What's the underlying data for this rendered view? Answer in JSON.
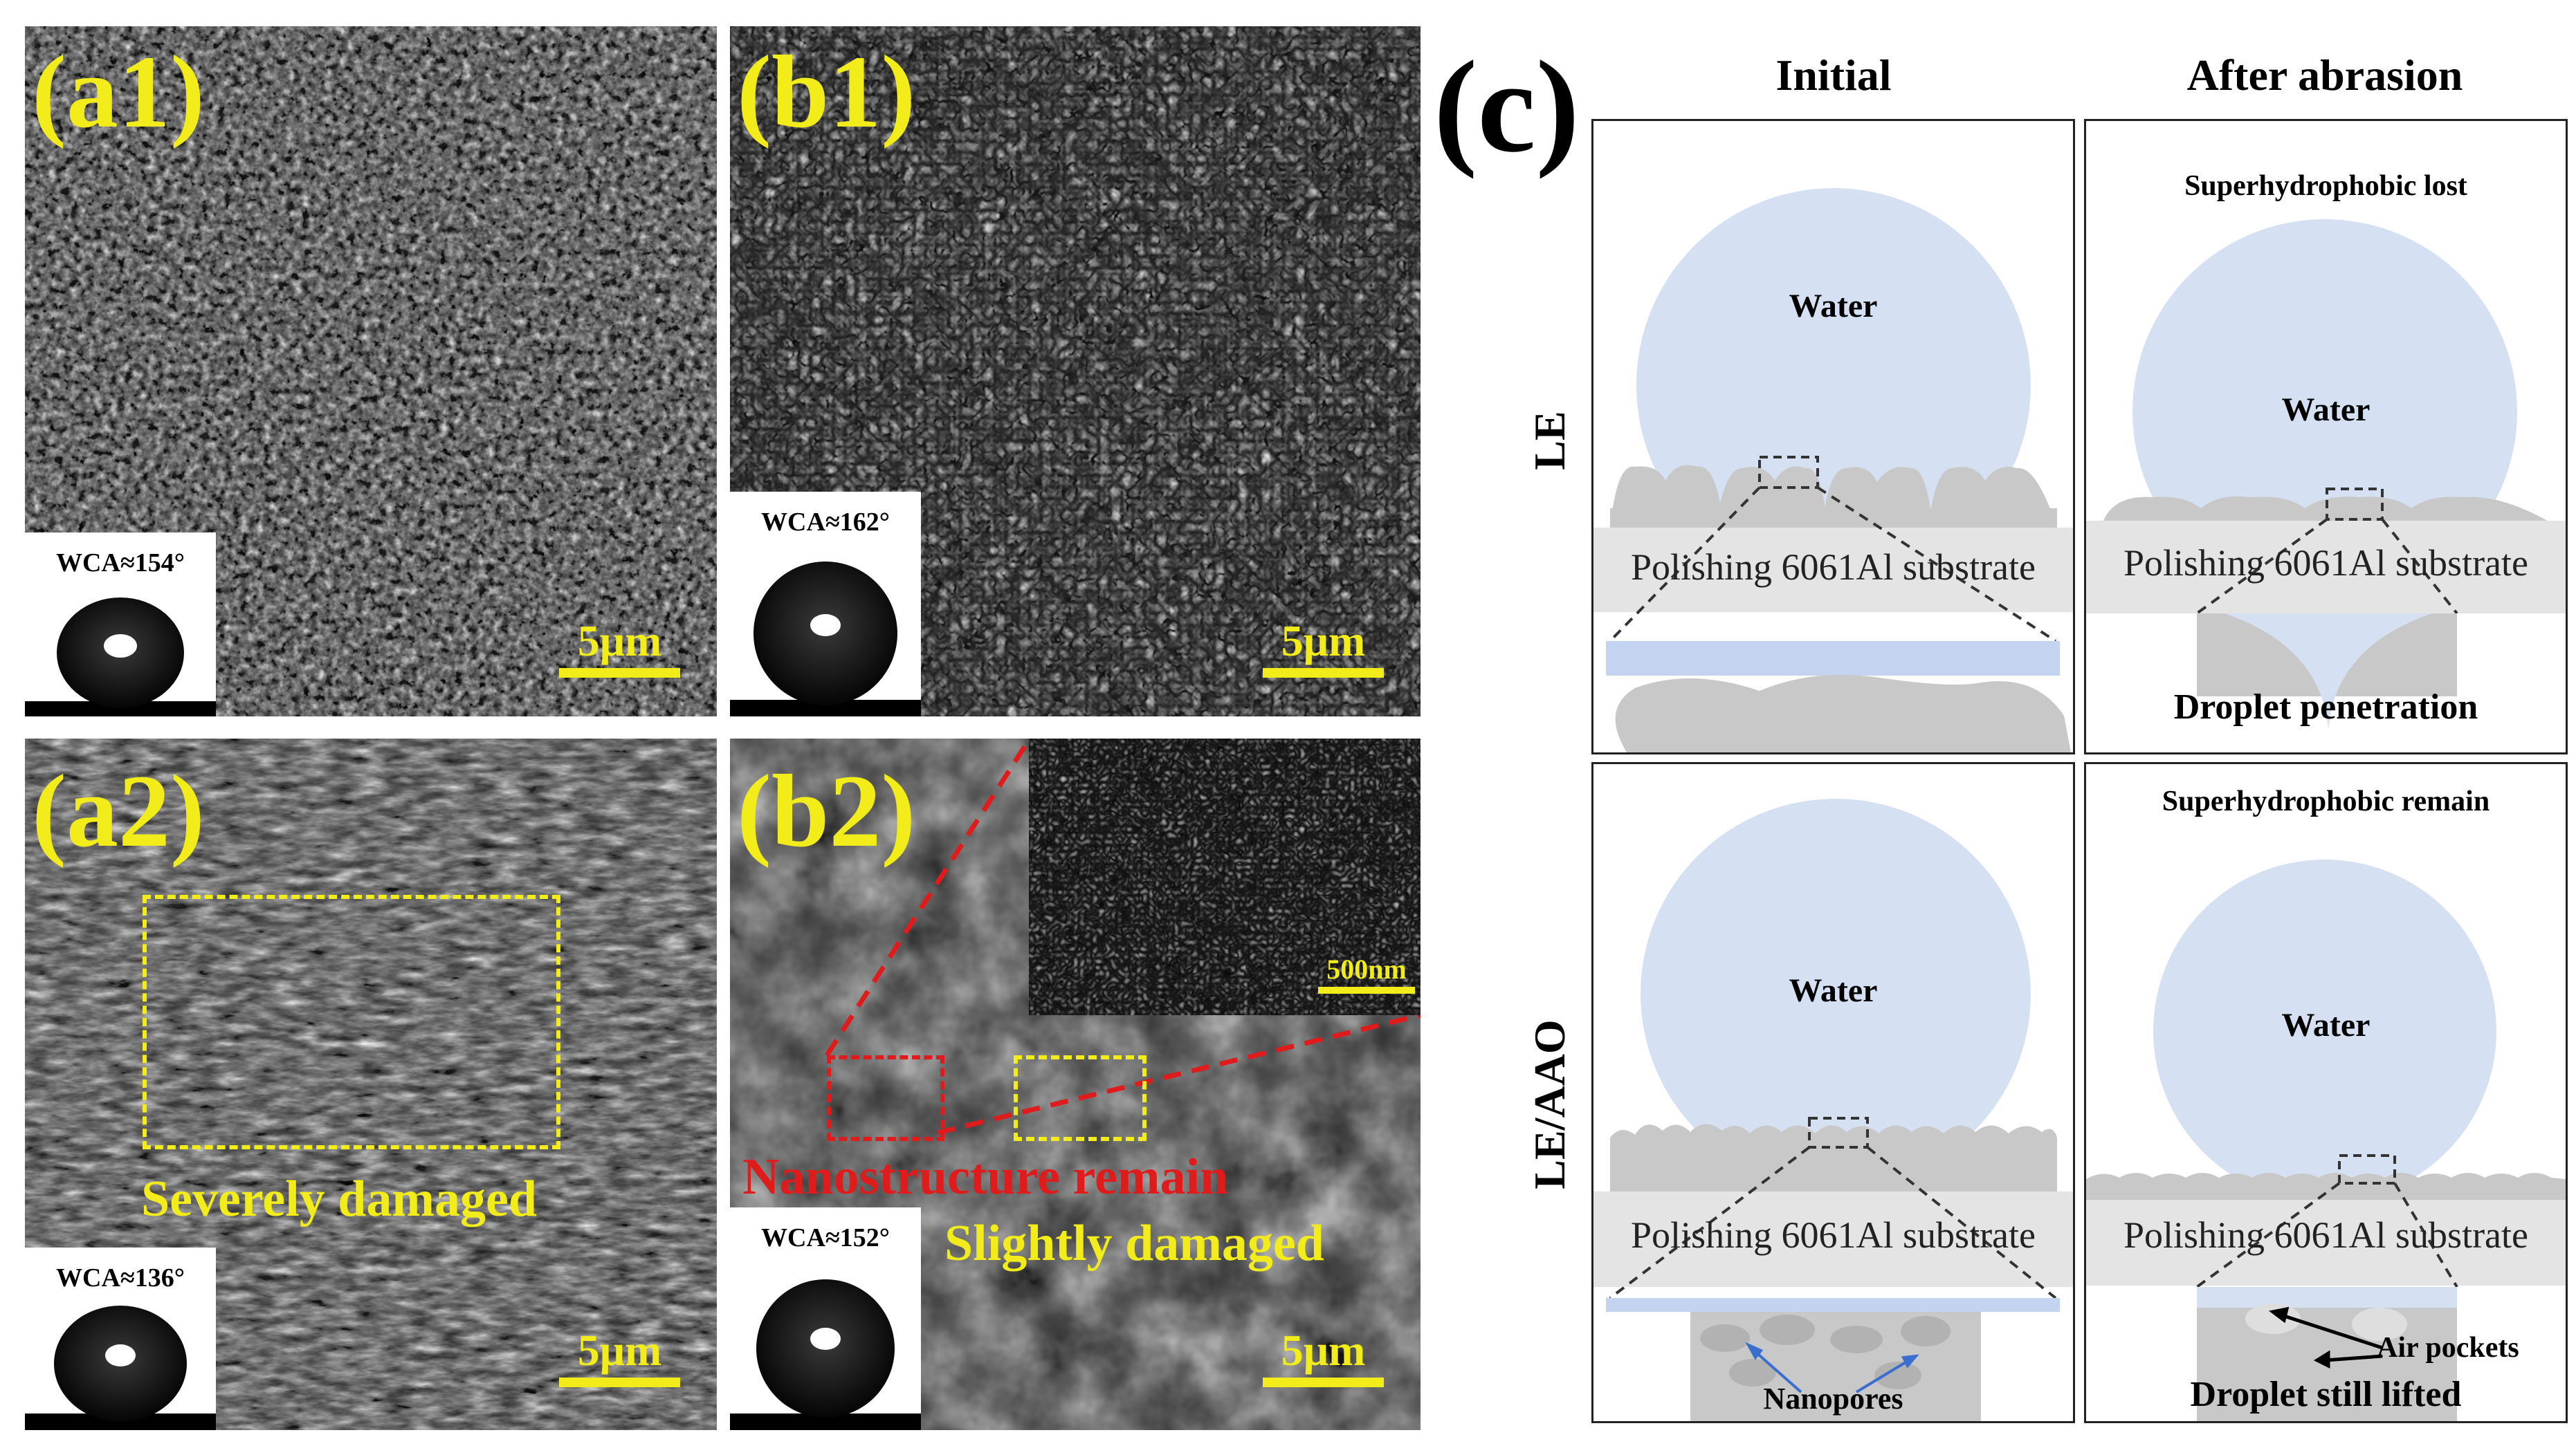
{
  "panels": {
    "a1": {
      "label": "(a1)",
      "wca": "WCA≈154°",
      "scale": "5μm"
    },
    "b1": {
      "label": "(b1)",
      "wca": "WCA≈162°",
      "scale": "5μm"
    },
    "a2": {
      "label": "(a2)",
      "wca": "WCA≈136°",
      "scale": "5μm",
      "annotation": "Severely damaged"
    },
    "b2": {
      "label": "(b2)",
      "wca": "WCA≈152°",
      "scale": "5μm",
      "annotation_red": "Nanostructure remain",
      "annotation_yellow": "Slightly damaged",
      "zoom_scale": "500nm"
    }
  },
  "schematic": {
    "label": "(c)",
    "col_initial": "Initial",
    "col_after": "After abrasion",
    "row_le": "LE",
    "row_le_aao": "LE/AAO",
    "water": "Water",
    "substrate": "Polishing 6061Al substrate",
    "le_after_status": "Superhydrophobic lost",
    "le_after_caption": "Droplet penetration",
    "aao_after_status": "Superhydrophobic remain",
    "aao_initial_zoom": "Nanopores",
    "aao_after_zoom": "Air pockets",
    "aao_after_caption": "Droplet still lifted"
  },
  "colors": {
    "label_yellow": "#f2ec1a",
    "annot_red": "#e01b1b",
    "water_blue": "#d6e0f3",
    "structure_gray": "#c8c8c8",
    "substrate_gray": "#e4e4e4"
  }
}
